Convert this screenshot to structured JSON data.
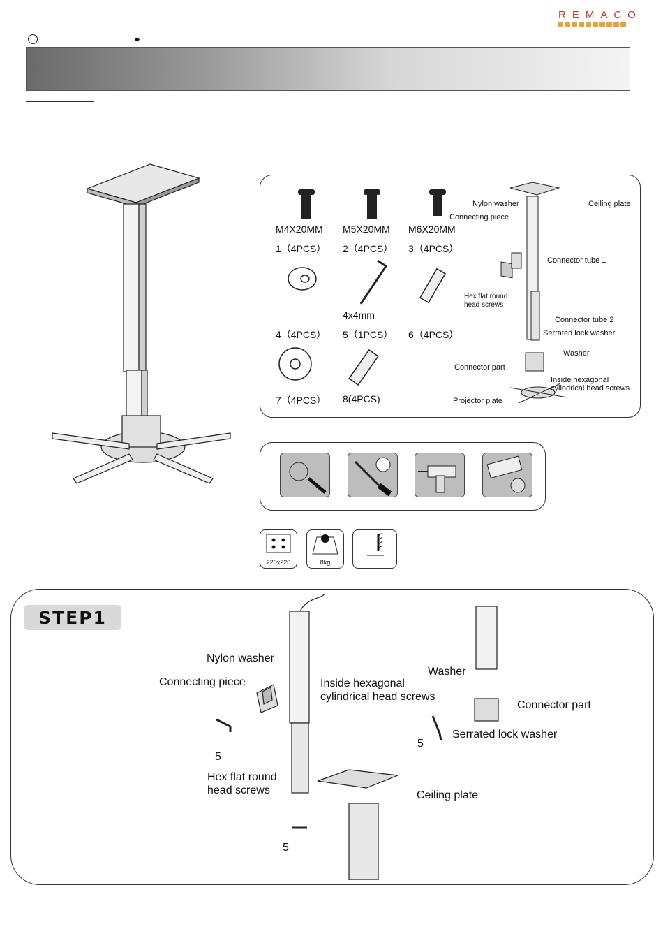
{
  "header": {
    "brand": "REMACO"
  },
  "parts": {
    "items": [
      {
        "size": "M4X20MM",
        "count": "1（4PCS）"
      },
      {
        "size": "M5X20MM",
        "count": "2（4PCS）"
      },
      {
        "size": "M6X20MM",
        "count": "3（4PCS）"
      },
      {
        "size": "",
        "count": "4（4PCS）"
      },
      {
        "size": "4x4mm",
        "count": "5（1PCS）"
      },
      {
        "size": "",
        "count": "6（4PCS）"
      },
      {
        "size": "",
        "count": "7（4PCS）"
      },
      {
        "size": "",
        "count": "8(4PCS)"
      }
    ],
    "diagram_labels": {
      "ceiling_plate": "Ceiling plate",
      "nylon_washer": "Nylon washer",
      "connecting_piece": "Connecting piece",
      "connector_tube_1": "Connector tube 1",
      "hex_flat_1": "Hex flat round",
      "hex_flat_2": "head screws",
      "connector_tube_2": "Connector tube 2",
      "serrated_lock_washer": "Serrated lock washer",
      "washer": "Washer",
      "connector_part": "Connector part",
      "inside_hex_1": "Inside hexagonal",
      "inside_hex_2": "cylindrical head screws",
      "projector_plate": "Projector plate"
    }
  },
  "specs": {
    "vesa": "220x220",
    "weight": "8kg"
  },
  "step1": {
    "title": "STEP1",
    "labels": {
      "nylon_washer": "Nylon washer",
      "connecting_piece": "Connecting piece",
      "inside_hex_1": "Inside hexagonal",
      "inside_hex_2": "cylindrical head screws",
      "washer": "Washer",
      "connector_part": "Connector part",
      "serrated_lock_washer": "Serrated lock washer",
      "hex_flat_1": "Hex flat round",
      "hex_flat_2": "head screws",
      "ceiling_plate": "Ceiling plate",
      "num_a": "5",
      "num_b": "5",
      "num_c": "5"
    }
  }
}
